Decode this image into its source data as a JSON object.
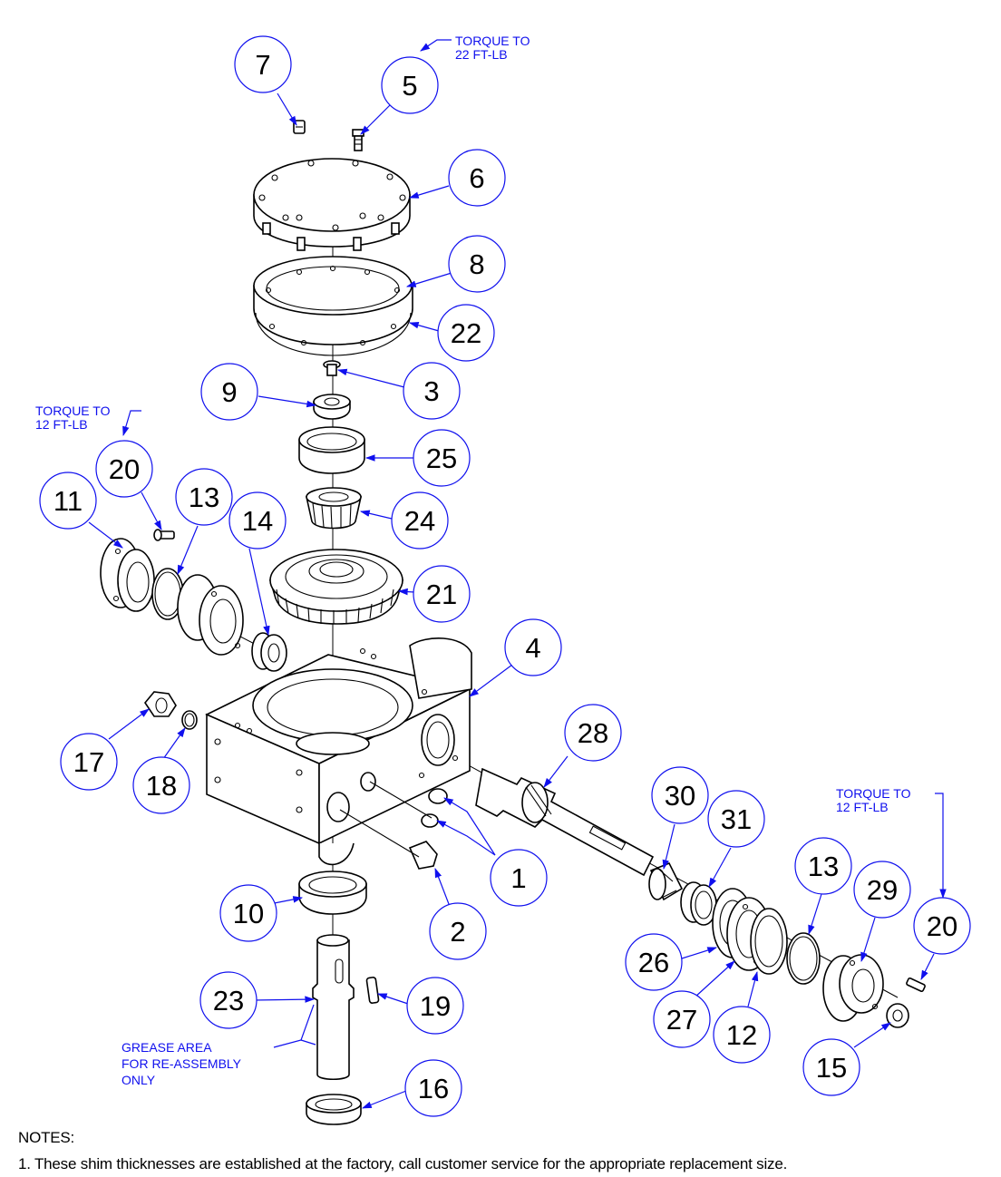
{
  "balloons": [
    {
      "label": "7"
    },
    {
      "label": "5"
    },
    {
      "label": "6"
    },
    {
      "label": "8"
    },
    {
      "label": "22"
    },
    {
      "label": "9"
    },
    {
      "label": "3"
    },
    {
      "label": "25"
    },
    {
      "label": "20"
    },
    {
      "label": "11"
    },
    {
      "label": "13"
    },
    {
      "label": "14"
    },
    {
      "label": "24"
    },
    {
      "label": "21"
    },
    {
      "label": "4"
    },
    {
      "label": "17"
    },
    {
      "label": "18"
    },
    {
      "label": "28"
    },
    {
      "label": "30"
    },
    {
      "label": "31"
    },
    {
      "label": "13"
    },
    {
      "label": "29"
    },
    {
      "label": "20"
    },
    {
      "label": "1"
    },
    {
      "label": "10"
    },
    {
      "label": "2"
    },
    {
      "label": "26"
    },
    {
      "label": "27"
    },
    {
      "label": "12"
    },
    {
      "label": "15"
    },
    {
      "label": "23"
    },
    {
      "label": "19"
    },
    {
      "label": "16"
    }
  ],
  "callouts": {
    "torque_top": [
      "TORQUE TO",
      "22 FT-LB"
    ],
    "torque_left": [
      "TORQUE TO",
      "12 FT-LB"
    ],
    "torque_right": [
      "TORQUE TO",
      "12 FT-LB"
    ],
    "grease": [
      "GREASE AREA",
      "FOR RE-ASSEMBLY",
      "ONLY"
    ]
  },
  "notes": {
    "heading": "NOTES:",
    "items": [
      "1. These shim thicknesses are established at the factory, call customer service for the appropriate replacement size."
    ]
  },
  "colors": {
    "accent": "#1010ee",
    "line": "#000000"
  }
}
